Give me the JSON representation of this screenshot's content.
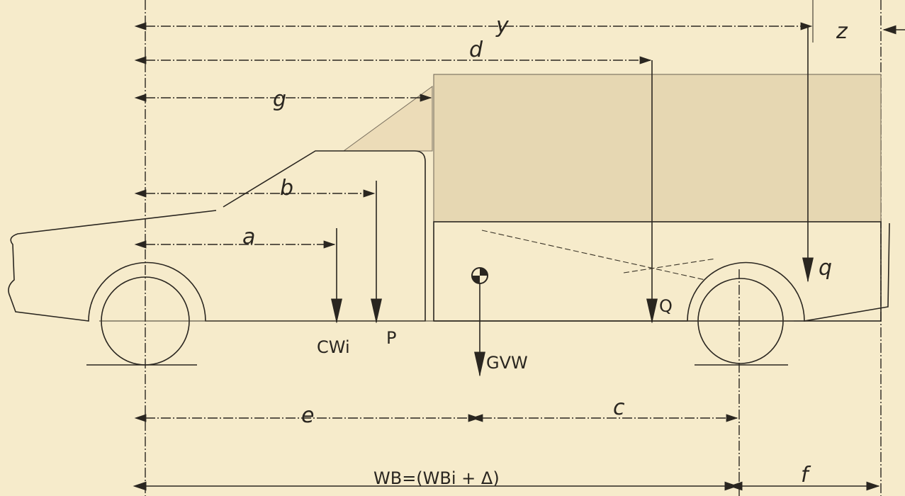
{
  "diagram": {
    "dimensions": {
      "y": "y",
      "z": "z",
      "d": "d",
      "g": "g",
      "b": "b",
      "a": "a",
      "e": "e",
      "c": "c",
      "wheelbase": "WB=(WBi + Δ)",
      "f": "f"
    },
    "forces": {
      "cwi": "CWi",
      "p": "P",
      "gvw": "GVW",
      "q_upper": "Q",
      "q_lower": "q"
    }
  }
}
